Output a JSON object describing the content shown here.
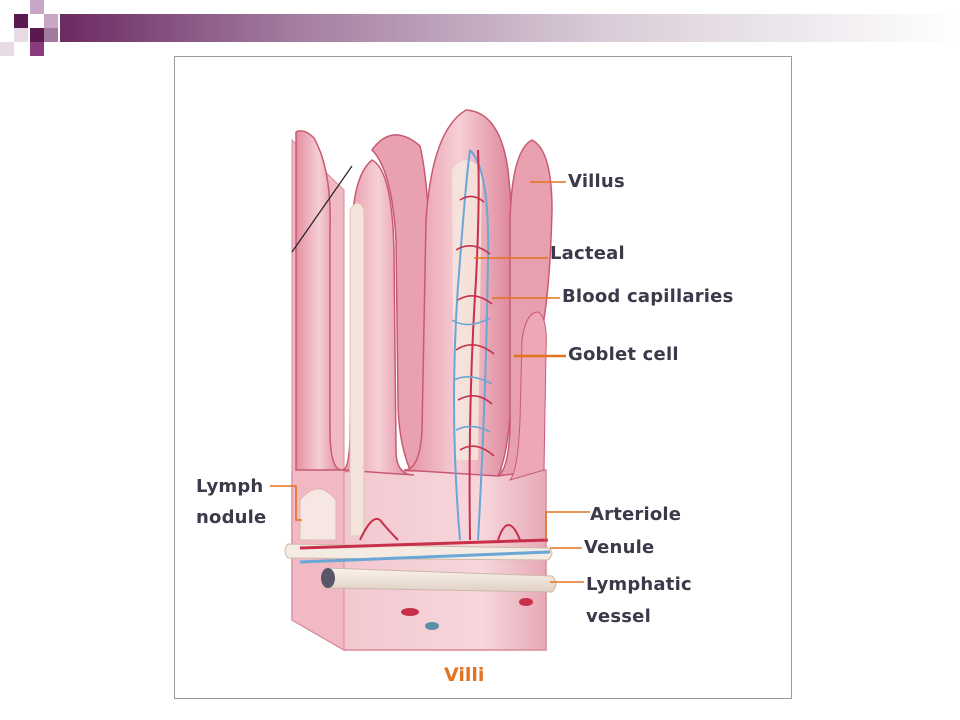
{
  "colors": {
    "accent_dark": "#5b1a4f",
    "accent_mid": "#8c3a7e",
    "accent_light": "#c8a6c6",
    "tissue_pink": "#e8a0ae",
    "tissue_light": "#f4c9d0",
    "tissue_deep": "#c75a72",
    "artery_red": "#c8304a",
    "vein_blue": "#6aa6d6",
    "lymph_cream": "#f2e7dc",
    "leader_orange": "#e2731f",
    "label_text": "#3a3a4a"
  },
  "labels": {
    "villus": "Villus",
    "lacteal": "Lacteal",
    "blood_capillaries": "Blood capillaries",
    "goblet_cell": "Goblet cell",
    "lymph_nodule_1": "Lymph",
    "lymph_nodule_2": "nodule",
    "arteriole": "Arteriole",
    "venule": "Venule",
    "lymphatic_vessel_1": "Lymphatic",
    "lymphatic_vessel_2": "vessel"
  },
  "caption": "Villi"
}
